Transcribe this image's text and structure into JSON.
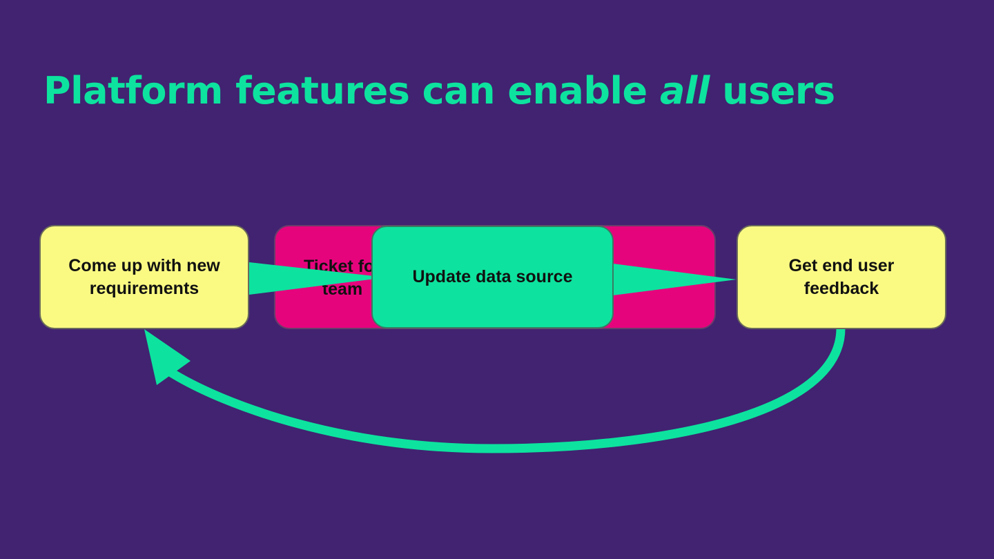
{
  "slide": {
    "title_before": "Platform features can enable ",
    "title_emphasis": "all",
    "title_after": " users"
  },
  "diagram": {
    "box_requirements": {
      "line1": "Come up with new",
      "line2": "requirements"
    },
    "box_ticket": {
      "line1": "Ticket for",
      "line2": "team"
    },
    "box_update": {
      "label": "Update data source"
    },
    "box_feedback": {
      "line1": "Get end user",
      "line2": "feedback"
    }
  },
  "colors": {
    "background": "#412371",
    "accent_green": "#0de39e",
    "box_yellow": "#fafa83",
    "box_magenta": "#e6047d"
  }
}
